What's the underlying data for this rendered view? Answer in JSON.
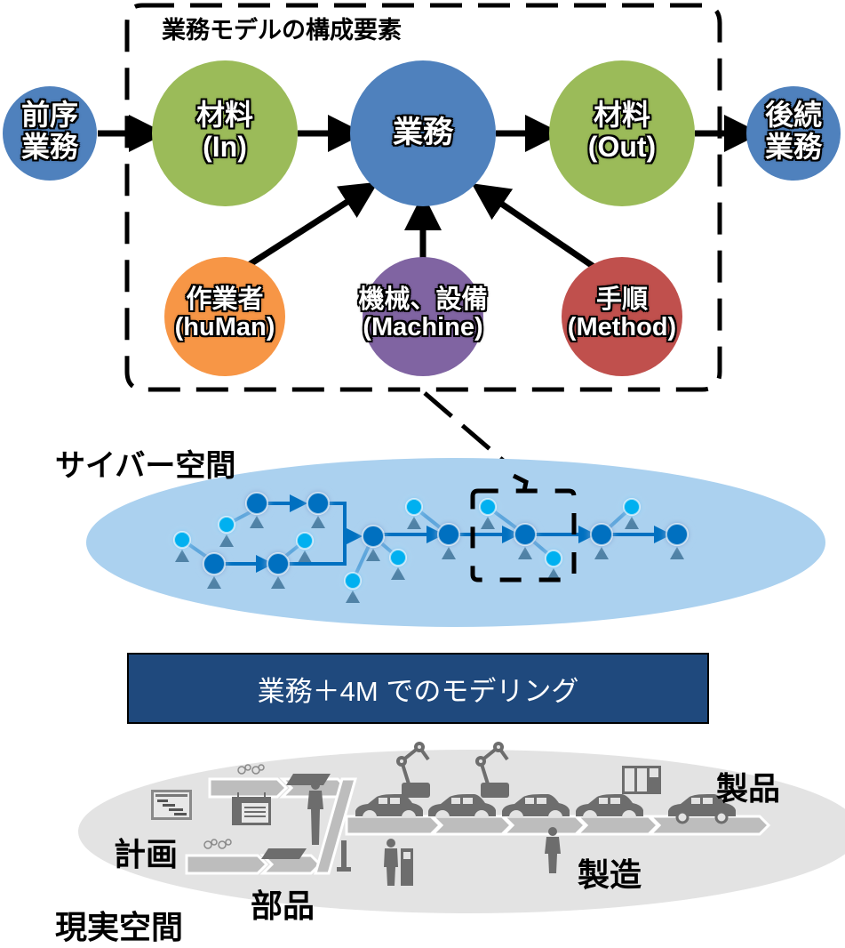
{
  "model_box": {
    "title": "業務モデルの構成要素",
    "nodes": {
      "prev_task": {
        "line1": "前序",
        "line2": "業務",
        "color": "#4f81bd"
      },
      "material_in": {
        "line1": "材料",
        "line2": "(In)",
        "color": "#9bbb59"
      },
      "task": {
        "line1": "業務",
        "color": "#4f81bd"
      },
      "material_out": {
        "line1": "材料",
        "line2": "(Out)",
        "color": "#9bbb59"
      },
      "next_task": {
        "line1": "後続",
        "line2": "業務",
        "color": "#4f81bd"
      },
      "human": {
        "line1": "作業者",
        "line2": "(huMan)",
        "color": "#f79646"
      },
      "machine": {
        "line1": "機械、設備",
        "line2": "(Machine)",
        "color": "#8064a2"
      },
      "method": {
        "line1": "手順",
        "line2": "(Method)",
        "color": "#c0504d"
      }
    }
  },
  "cyber_space": {
    "label": "サイバー空間",
    "ellipse_color": "#abd1ef",
    "dark_node_color": "#0070c0",
    "light_node_color": "#00b0f0",
    "up_arrow_color": "#5082a6"
  },
  "modeling_banner": {
    "label": "業務＋4M でのモデリング",
    "color": "#1f497d"
  },
  "real_space": {
    "label": "現実空間",
    "ellipse_color": "#e3e3e3",
    "icon_color": "#6d6d6d",
    "stages": {
      "plan": "計画",
      "parts": "部品",
      "manufacture": "製造",
      "product": "製品"
    }
  }
}
